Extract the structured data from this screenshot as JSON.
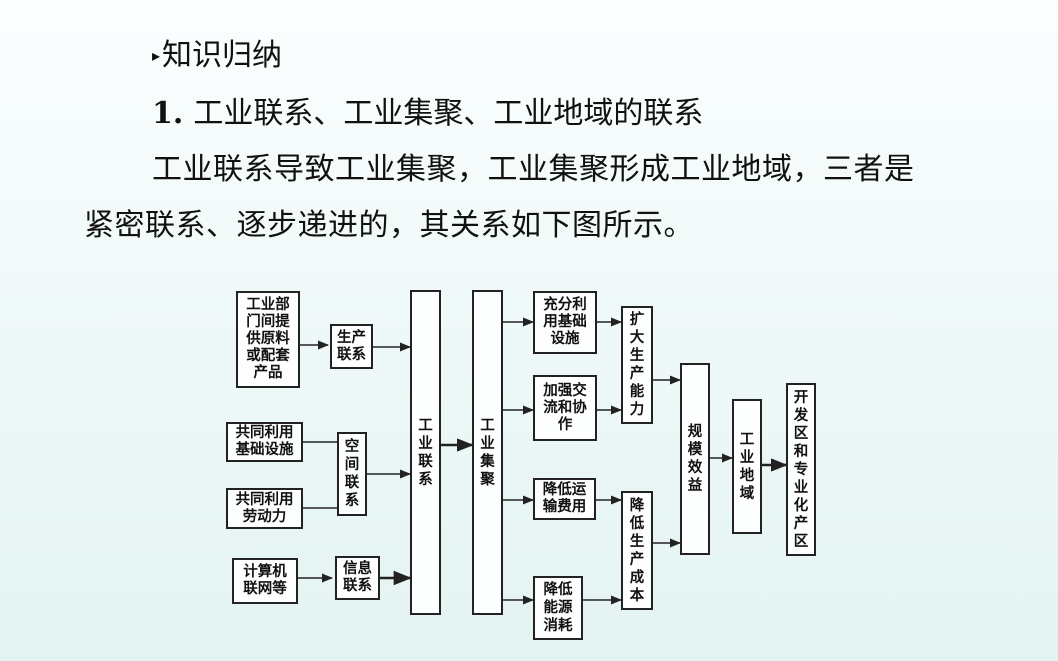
{
  "heading": {
    "marker": "▸",
    "text": "知识归纳"
  },
  "subheading": {
    "number": "1.",
    "text": "工业联系、工业集聚、工业地域的联系"
  },
  "paragraph": {
    "line1": "工业联系导致工业集聚，工业集聚形成工业地域，三者是",
    "line2": "紧密联系、逐步递进的，其关系如下图所示。"
  },
  "diagram": {
    "sources": {
      "raw_materials": "工业部门间提供原料或配套产品",
      "shared_infrastructure": "共同利用基础设施",
      "shared_labor": "共同利用劳动力",
      "computer_network": "计算机联网等"
    },
    "linkages": {
      "production": "生产联系",
      "spatial": "空间联系",
      "information": "信息联系"
    },
    "industrial_linkage": "工业联系",
    "industrial_agglomeration": "工业集聚",
    "effects": {
      "infrastructure_use": "充分利用基础设施",
      "cooperation": "加强交流和协作",
      "transport_cost": "降低运输费用",
      "energy_use": "降低能源消耗"
    },
    "expand_capacity": "扩大生产能力",
    "reduce_cost": "降低生产成本",
    "scale_economy": "规模效益",
    "industrial_region": "工业地域",
    "development_zone": "开发区和专业化产区"
  }
}
